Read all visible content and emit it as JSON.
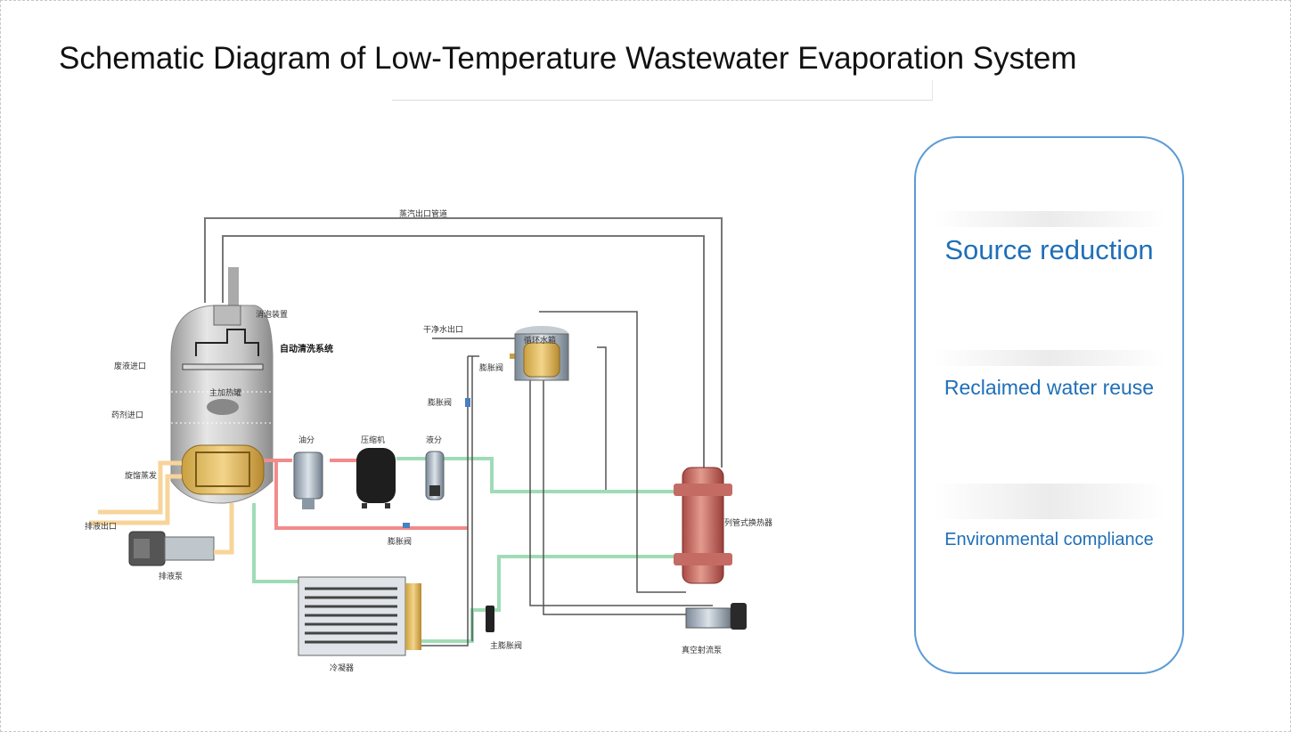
{
  "title": "Schematic Diagram of Low-Temperature Wastewater Evaporation System",
  "panel": {
    "items": [
      "Source reduction",
      "Reclaimed water reuse",
      "Environmental compliance"
    ]
  },
  "diagram": {
    "labels": {
      "steam_outlet_pipe": "蒸汽出口管道",
      "defoamer": "消泡装置",
      "auto_clean": "自动清洗系统",
      "waste_inlet": "废液进口",
      "main_tank": "主加热罐",
      "chemical_inlet": "药剂进口",
      "spiral_coil": "旋馏蒸发",
      "discharge_outlet": "排液出口",
      "discharge_pump": "排液泵",
      "oil_separator": "油分",
      "compressor": "压缩机",
      "liquid_separator": "液分",
      "expansion_valve_a": "膨胀阀",
      "expansion_valve_b": "膨胀阀",
      "expansion_valve_c": "膨胀阀",
      "clean_water_outlet": "干净水出口",
      "circulating_tank": "循环水箱",
      "tube_heat_exchanger": "列管式换热器",
      "condenser": "冷凝器",
      "main_expansion_valve": "主膨胀阀",
      "vacuum_jet_pump": "真空射流泵"
    }
  },
  "colors": {
    "accent": "#1f6fb8",
    "panel_border": "#5b9bd5",
    "hot_line": "#f28b8b",
    "cold_line": "#9fdcb6",
    "warm_line": "#f7d49a",
    "pipe": "#555555"
  }
}
